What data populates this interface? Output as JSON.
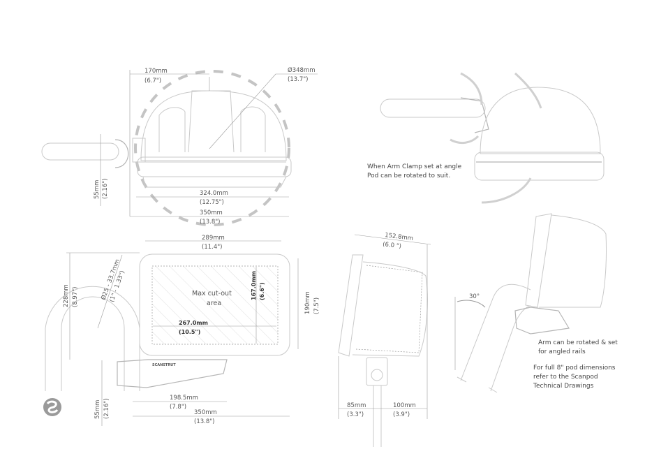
{
  "top_front": {
    "width_half": "170mm",
    "width_half_in": "(6.7\")",
    "diameter": "Ø348mm",
    "diameter_in": "(13.7\")",
    "height_clamp": "55mm",
    "height_clamp_in": "(2.16\")",
    "inner_width": "324.0mm",
    "inner_width_in": "(12.75\")",
    "total_width": "350mm",
    "total_width_in": "(13.8\")"
  },
  "top_right": {
    "note_line1": "When Arm Clamp set at angle",
    "note_line2": "Pod can be rotated to suit."
  },
  "bottom_left": {
    "width_top": "289mm",
    "width_top_in": "(11.4\")",
    "height_total": "228mm",
    "height_total_in": "(8.97\")",
    "rail_dia": "Ø25 - 33.7mm",
    "rail_dia_in": "(1\" - 1.33\")",
    "cutout_label1": "Max cut-out",
    "cutout_label2": "area",
    "cutout_height": "167.0mm",
    "cutout_height_in": "(6.6\")",
    "cutout_width": "267.0mm",
    "cutout_width_in": "(10.5\")",
    "height": "190mm",
    "height_in": "(7.5\")",
    "arm_len": "198.5mm",
    "arm_len_in": "(7.8\")",
    "clamp_h": "55mm",
    "clamp_h_in": "(2.16\")",
    "total_w": "350mm",
    "total_w_in": "(13.8\")",
    "brand_mark": "SCANSTRUT"
  },
  "side": {
    "depth": "152.8mm",
    "depth_in": "(6.0 \")",
    "left_offset": "85mm",
    "left_offset_in": "(3.3\")",
    "right_offset": "100mm",
    "right_offset_in": "(3.9\")"
  },
  "angled": {
    "angle": "30°",
    "note1_line1": "Arm can be rotated & set",
    "note1_line2": "for angled rails",
    "note2_line1": "For full 8\" pod dimensions",
    "note2_line2": "refer to the Scanpod",
    "note2_line3": "Technical Drawings"
  }
}
